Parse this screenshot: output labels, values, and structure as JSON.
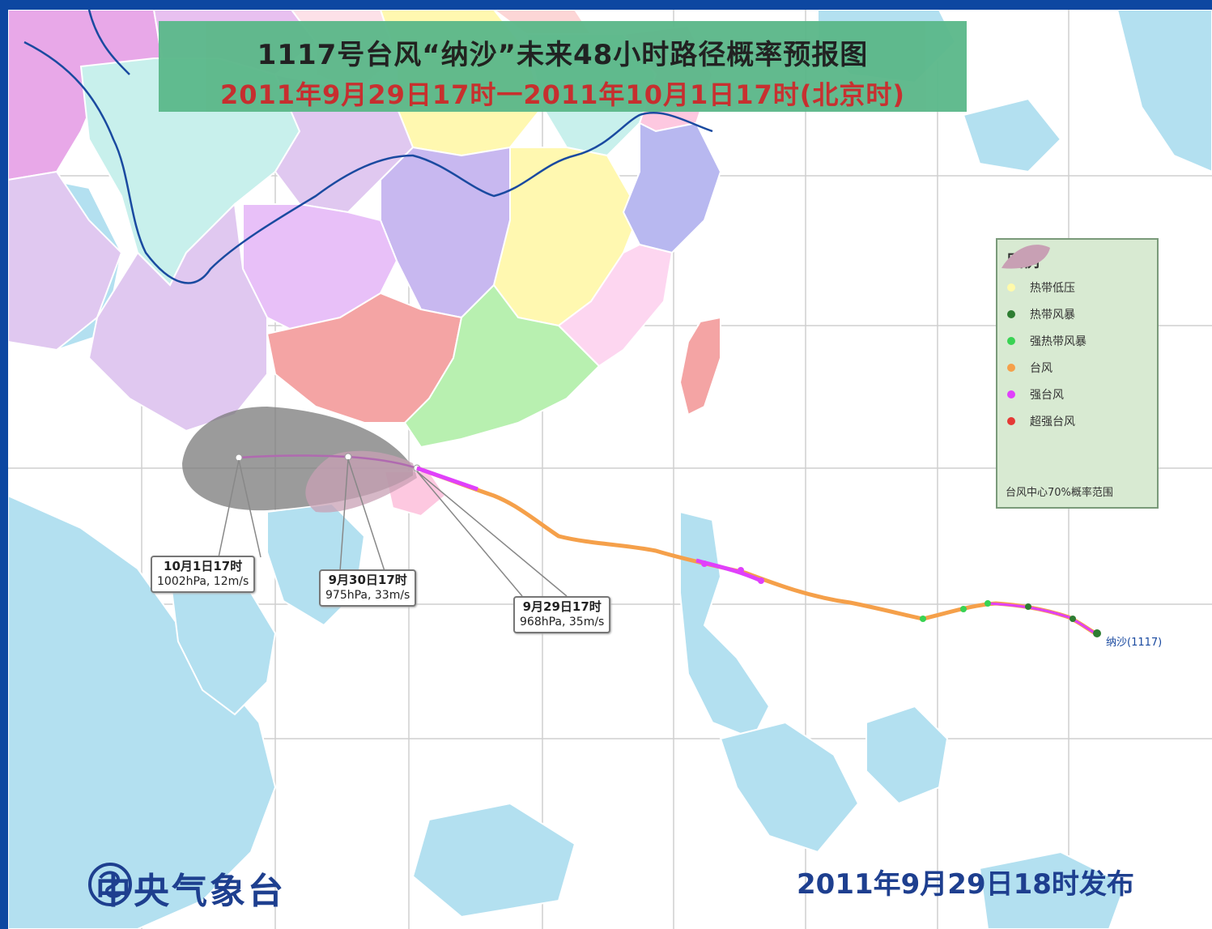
{
  "title": {
    "line1": "1117号台风“纳沙”未来48小时路径概率预报图",
    "line2": "2011年9月29日17时一2011年10月1日17时(北京时)"
  },
  "legend": {
    "title": "图例",
    "items": [
      {
        "label": "热带低压",
        "color": "#fffaaa"
      },
      {
        "label": "热带风暴",
        "color": "#2e7d32"
      },
      {
        "label": "强热带风暴",
        "color": "#39d353"
      },
      {
        "label": "台风",
        "color": "#f5a04a"
      },
      {
        "label": "强台风",
        "color": "#e040fb"
      },
      {
        "label": "超强台风",
        "color": "#e53935"
      }
    ],
    "footer": "台风中心70%概率范围",
    "cone_color": "#c8a0b4"
  },
  "callouts": [
    {
      "line1": "10月1日17时",
      "line2": "1002hPa, 12m/s"
    },
    {
      "line1": "9月30日17时",
      "line2": "975hPa, 33m/s"
    },
    {
      "line1": "9月29日17时",
      "line2": "968hPa, 35m/s"
    }
  ],
  "track_label": "纳沙(1117)",
  "footer": {
    "org": "中央气象台",
    "issued": "2011年9月29日18时发布"
  },
  "colors": {
    "frame": "#0d47a1",
    "sea": "#ffffff",
    "land_other": "#b3e0f0",
    "accent": "#1e3f8f"
  }
}
